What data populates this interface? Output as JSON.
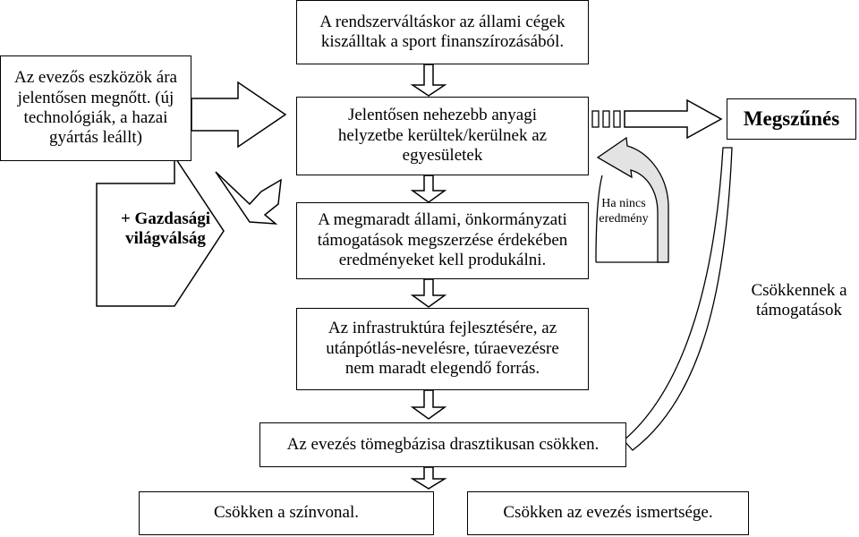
{
  "boxes": {
    "top": "A rendszerváltáskor az állami cégek kiszálltak a sport finanszírozásából.",
    "left_top": "Az evezős eszközök ára jelentősen megnőtt. (új technológiák, a hazai gyártás leállt)",
    "left_mid": "+ Gazdasági világválság",
    "center_1": "Jelentősen nehezebb anyagi helyzetbe kerültek/kerülnek az egyesületek",
    "center_2": "A megmaradt állami, önkormányzati támogatások megszerzése érdekében eredményeket kell produkálni.",
    "center_3": "Az infrastruktúra fejlesztésére, az utánpótlás-nevelésre, túraevezésre nem maradt elegendő forrás.",
    "bottom_wide": "Az evezés tömegbázisa drasztikusan csökken.",
    "bottom_left": "Csökken a színvonal.",
    "bottom_right": "Csökken az evezés ismertsége.",
    "end": "Megszűnés"
  },
  "labels": {
    "curve_label": "Ha nincs eredmény",
    "right_label": "Csökkennek a támogatások"
  },
  "colors": {
    "curve_fill": "#e3e3e3",
    "stroke": "#000000",
    "background": "#ffffff"
  }
}
